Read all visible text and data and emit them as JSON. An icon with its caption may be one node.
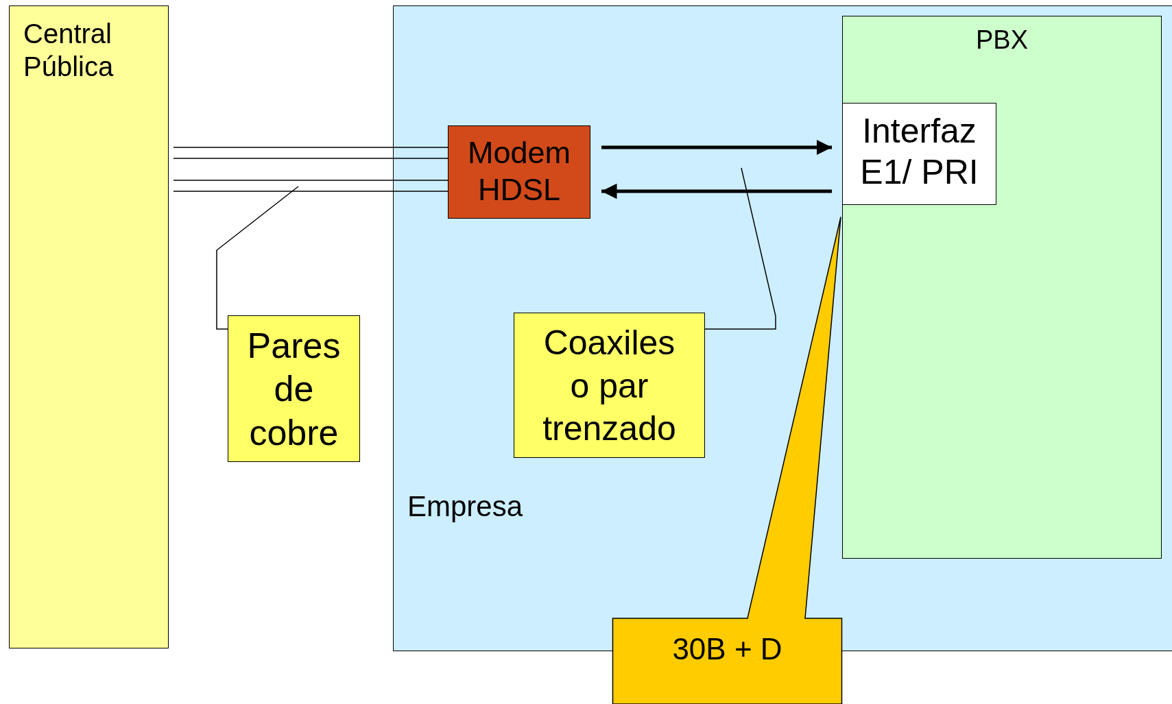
{
  "diagram": {
    "nodes": [
      {
        "text": [
          "Central Pública"
        ]
      },
      {
        "text": [
          "Empresa"
        ]
      },
      {
        "text": [
          "PBX"
        ],
        "in": 1
      },
      {
        "text": [
          "Interfaz E1/ PRI"
        ],
        "in": 2
      },
      {
        "text": [
          "Modem HDSL"
        ],
        "in": 1
      },
      {
        "text": [
          "Pares de cobre"
        ]
      },
      {
        "text": [
          "Coaxiles o par trenzado"
        ],
        "in": 1
      },
      {
        "text": [
          "30B + D"
        ]
      }
    ],
    "edges": [
      {
        "from": 0,
        "to": 4,
        "arrow": "none"
      },
      {
        "from": 0,
        "to": 4,
        "arrow": "none"
      },
      {
        "from": 0,
        "to": 4,
        "arrow": "none"
      },
      {
        "from": 0,
        "to": 4,
        "arrow": "none"
      },
      {
        "from": 4,
        "to": 3,
        "arrow": "to",
        "style": "thick"
      },
      {
        "from": 3,
        "to": 4,
        "arrow": "to",
        "style": "thick"
      },
      {
        "from": 5,
        "to": null,
        "arrow": "none"
      },
      {
        "from": 6,
        "to": null,
        "arrow": "none"
      }
    ]
  }
}
